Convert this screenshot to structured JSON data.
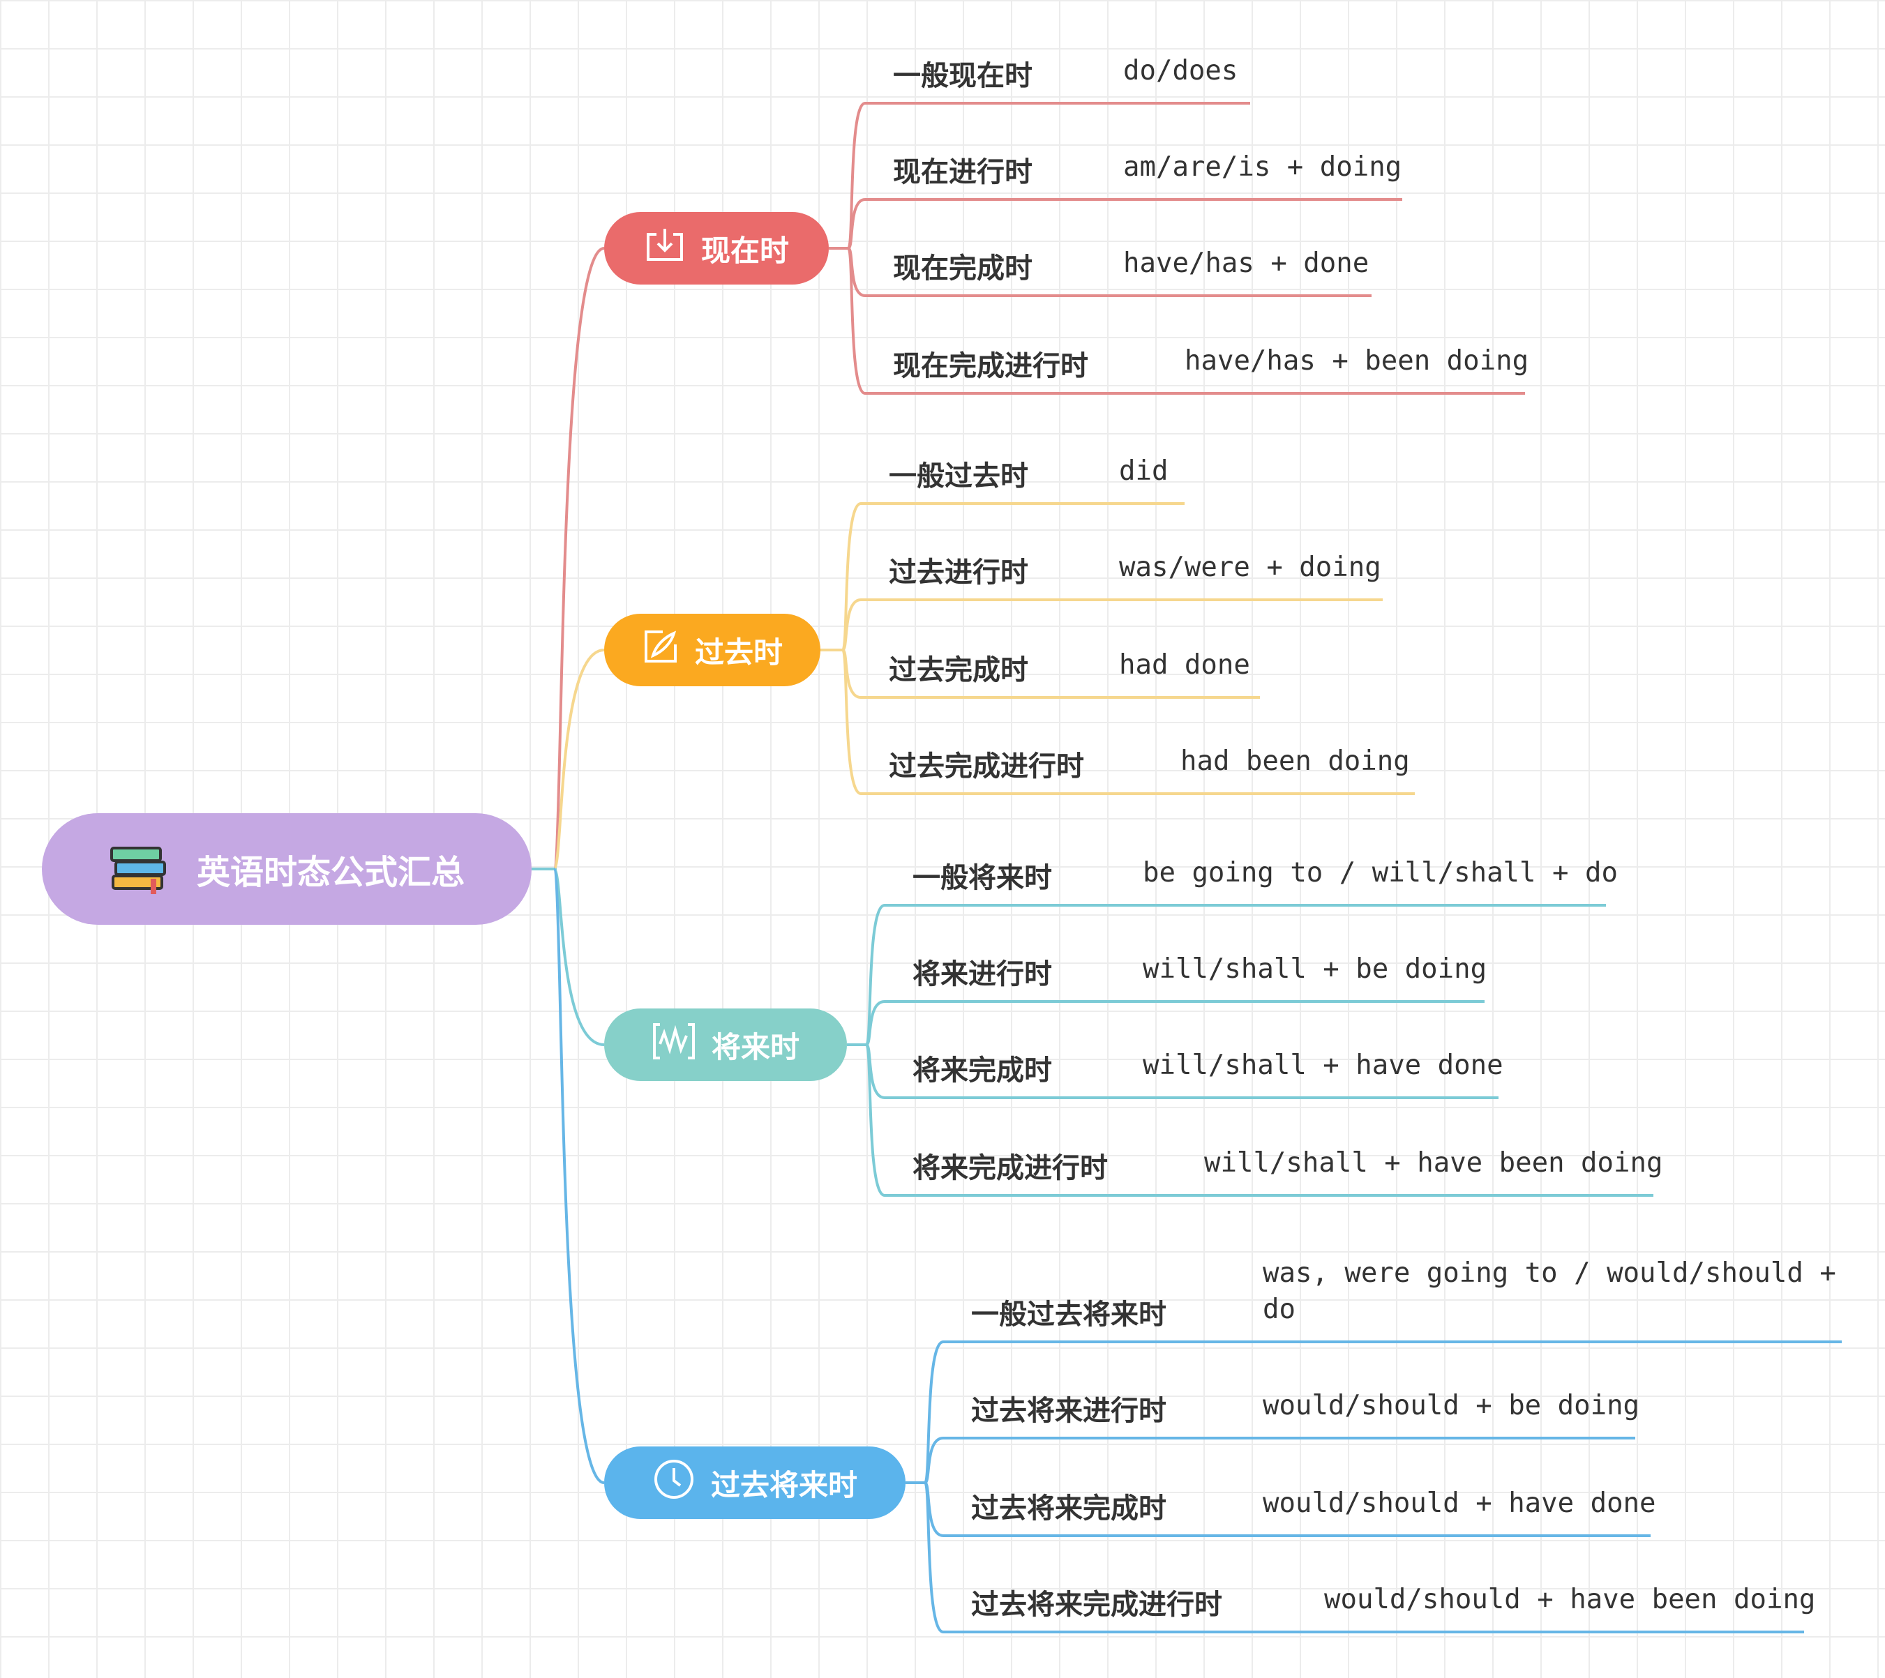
{
  "root": {
    "title": "英语时态公式汇总",
    "icon": "books-icon"
  },
  "branches": [
    {
      "label": "现在时",
      "icon": "download-icon",
      "color": "#ea6b6b",
      "line_color": "#e38c8c",
      "items": [
        {
          "tense": "一般现在时",
          "formula": "do/does"
        },
        {
          "tense": "现在进行时",
          "formula": "am/are/is + doing"
        },
        {
          "tense": "现在完成时",
          "formula": "have/has + done"
        },
        {
          "tense": "现在完成进行时",
          "formula": "have/has + been doing"
        }
      ]
    },
    {
      "label": "过去时",
      "icon": "edit-feather-icon",
      "color": "#fba920",
      "line_color": "#f6d78e",
      "items": [
        {
          "tense": "一般过去时",
          "formula": "did"
        },
        {
          "tense": "过去进行时",
          "formula": "was/were + doing"
        },
        {
          "tense": "过去完成时",
          "formula": "had done"
        },
        {
          "tense": "过去完成进行时",
          "formula": "had been doing"
        }
      ]
    },
    {
      "label": "将来时",
      "icon": "waveform-icon",
      "color": "#86d0c9",
      "line_color": "#7ccbd6",
      "items": [
        {
          "tense": "一般将来时",
          "formula": "be going to / will/shall + do"
        },
        {
          "tense": "将来进行时",
          "formula": "will/shall + be doing"
        },
        {
          "tense": "将来完成时",
          "formula": "will/shall + have done"
        },
        {
          "tense": "将来完成进行时",
          "formula": "will/shall + have been doing"
        }
      ]
    },
    {
      "label": "过去将来时",
      "icon": "clock-icon",
      "color": "#5bb4ec",
      "line_color": "#66b6e6",
      "items": [
        {
          "tense": "一般过去将来时",
          "formula": "was, were going to / would/should +",
          "formula_line2": "do"
        },
        {
          "tense": "过去将来进行时",
          "formula": "would/should + be doing"
        },
        {
          "tense": "过去将来完成时",
          "formula": "would/should + have done"
        },
        {
          "tense": "过去将来完成进行时",
          "formula": "would/should + have been doing"
        }
      ]
    }
  ]
}
